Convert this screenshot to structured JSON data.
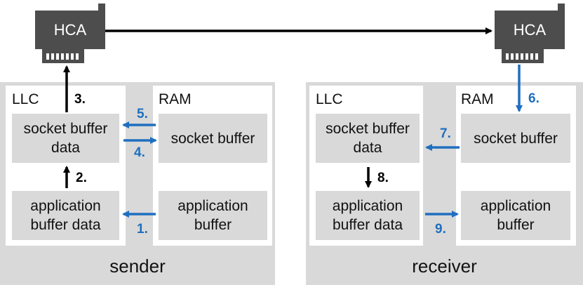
{
  "colors": {
    "blue_arrow": "#1f6fbf",
    "black_arrow": "#000000",
    "host_bg": "#d9d9d9",
    "hca_body": "#4d4d4d"
  },
  "hca": {
    "left_label": "HCA",
    "right_label": "HCA"
  },
  "sender": {
    "label": "sender",
    "llc_label": "LLC",
    "ram_label": "RAM",
    "llc_socket": "socket buffer\ndata",
    "llc_app": "application\nbuffer data",
    "ram_socket": "socket buffer",
    "ram_app": "application\nbuffer"
  },
  "receiver": {
    "label": "receiver",
    "llc_label": "LLC",
    "ram_label": "RAM",
    "llc_socket": "socket buffer\ndata",
    "llc_app": "application\nbuffer data",
    "ram_socket": "socket buffer",
    "ram_app": "application\nbuffer"
  },
  "steps": {
    "s1": "1.",
    "s2": "2.",
    "s3": "3.",
    "s4": "4.",
    "s5": "5.",
    "s6": "6.",
    "s7": "7.",
    "s8": "8.",
    "s9": "9."
  }
}
